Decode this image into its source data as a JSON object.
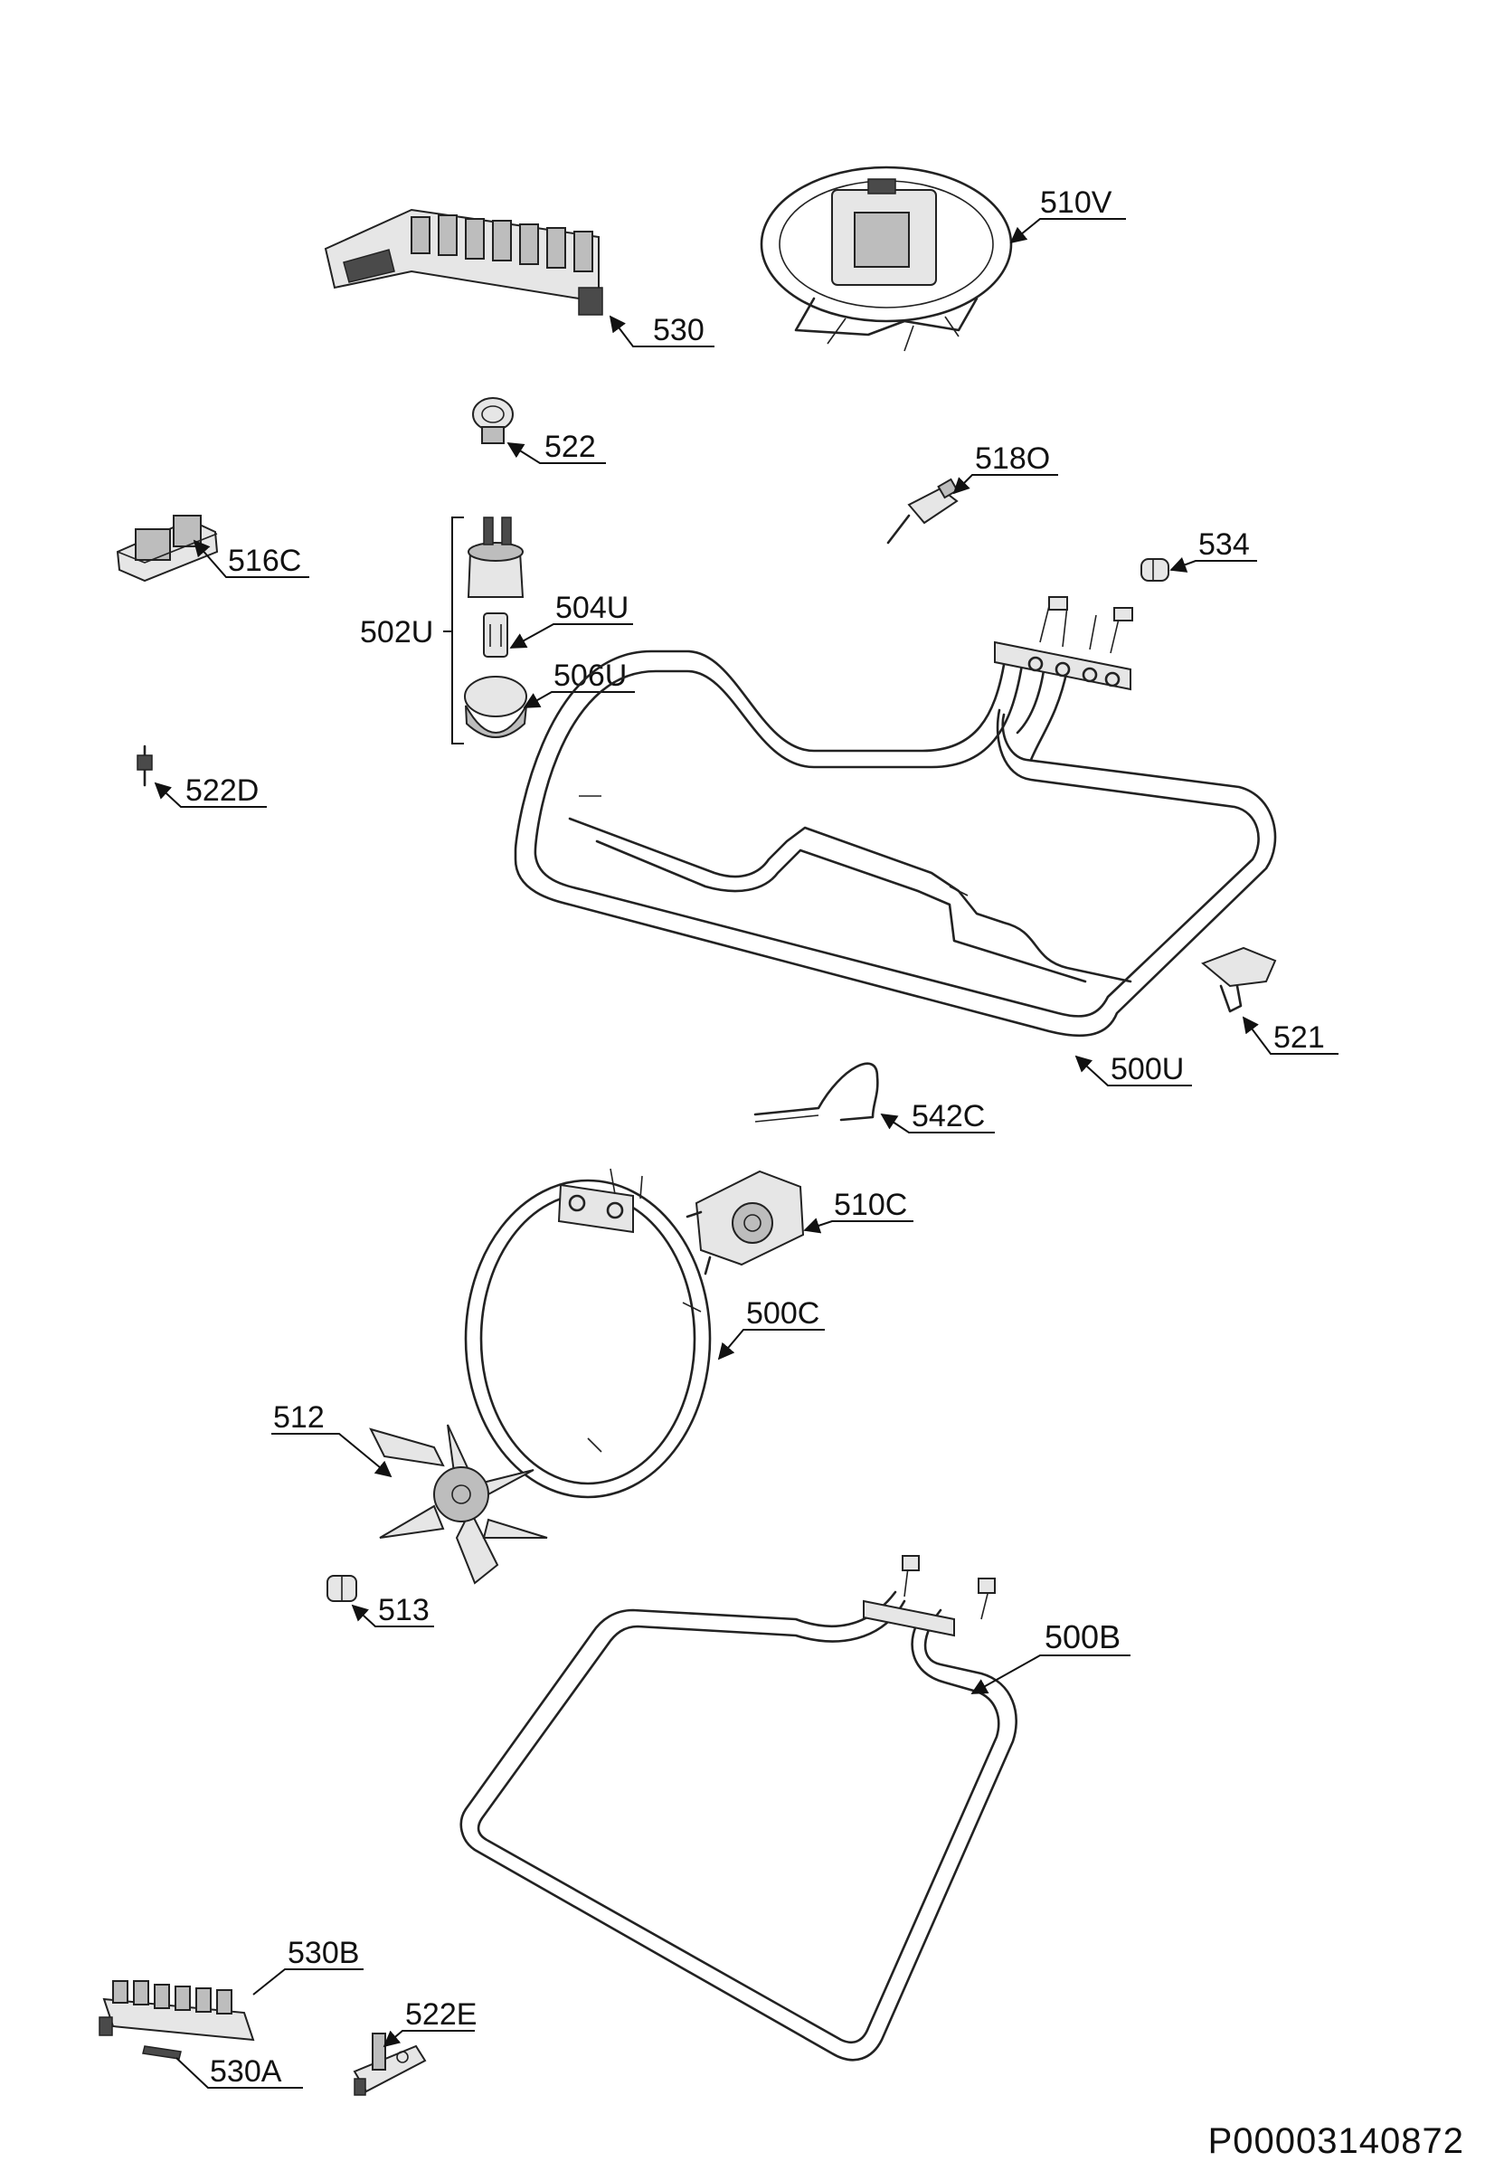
{
  "document_code": "P00003140872",
  "callouts": {
    "terminal_block": "530",
    "fan_motor_top": "510V",
    "lamp_holder_clip": "522",
    "thermostat_switch": "518O",
    "control_module": "516C",
    "knob_cap": "534",
    "lamp_assembly": "502U",
    "lamp_bulb": "504U",
    "lamp_cover": "506U",
    "cable_clip": "522D",
    "top_heating_element": "500U",
    "element_bracket": "521",
    "wire_spring": "542C",
    "convection_motor": "510C",
    "circular_element": "500C",
    "fan_blade": "512",
    "fan_nut": "513",
    "bottom_element": "500B",
    "terminal_block_small": "530B",
    "terminal_link": "530A",
    "cable_clamp": "522E"
  }
}
